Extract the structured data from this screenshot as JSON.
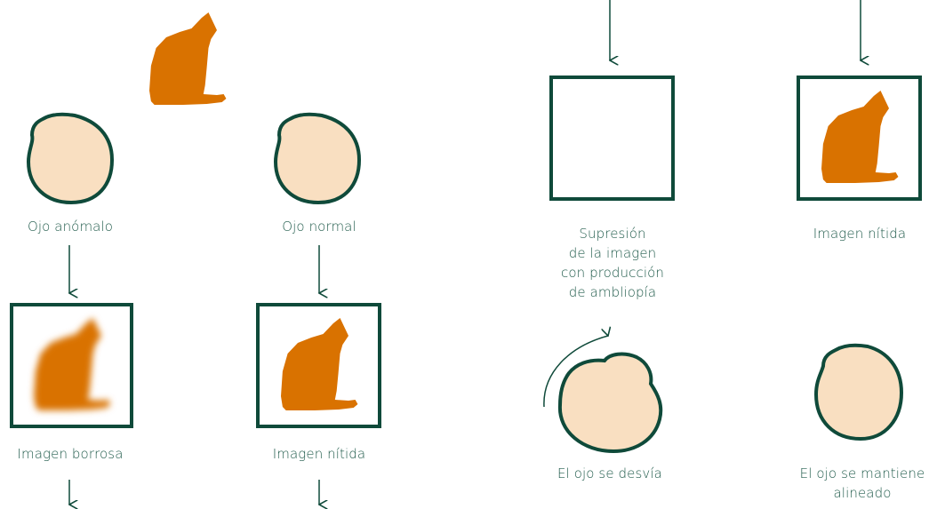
{
  "left": {
    "abnormal_eye_label": "Ojo anómalo",
    "normal_eye_label": "Ojo normal",
    "blurry_image_label": "Imagen borrosa",
    "sharp_image_label": "Imagen nítida"
  },
  "right": {
    "suppression_label": "Supresión\nde la imagen\ncon producción\nde ambliopía",
    "sharp_image_label": "Imagen nítida",
    "deviated_eye_label": "El ojo se desvía",
    "aligned_eye_label": "El ojo se mantiene\nalineado"
  },
  "colors": {
    "outline": "#0f4a3a",
    "eye_fill": "#f9dfc1",
    "cat": "#d97200",
    "text": "#1f5a4a"
  },
  "icons": [
    "cat-icon",
    "eye-icon",
    "arrow-down-icon",
    "curved-arrow-icon"
  ]
}
